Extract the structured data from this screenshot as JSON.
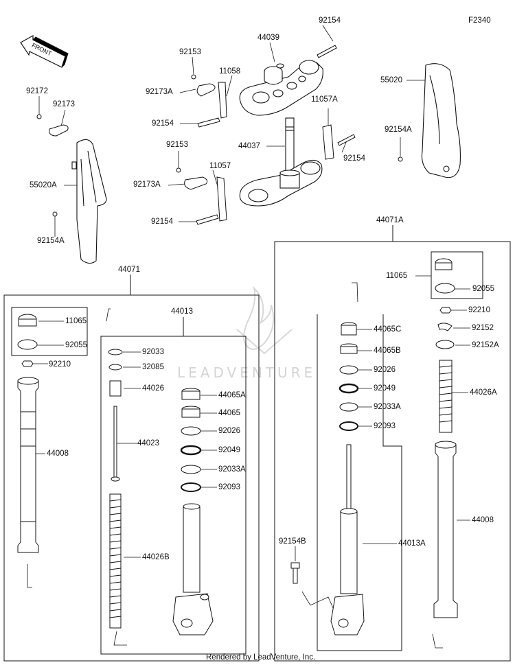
{
  "figure_code": "F2340",
  "direction_label": "FRONT",
  "watermark": "LEADVENTURE",
  "footer": "Rendered by LeadVenture, Inc.",
  "labels": {
    "p92154_top": "92154",
    "p44039": "44039",
    "p92153_a": "92153",
    "p11058": "11058",
    "p92173A_a": "92173A",
    "p92154_b": "92154",
    "p11057A": "11057A",
    "p92153_b": "92153",
    "p44037": "44037",
    "p92154_c": "92154",
    "p11057": "11057",
    "p92173A_b": "92173A",
    "p92154_d": "92154",
    "p92172": "92172",
    "p92173": "92173",
    "p55020A": "55020A",
    "p92154A_l": "92154A",
    "p55020": "55020",
    "p92154A_r": "92154A",
    "p44071": "44071",
    "p44071A": "44071A",
    "p44013": "44013",
    "p11065_l": "11065",
    "p92055_l": "92055",
    "p92210_l": "92210",
    "p44008_l": "44008",
    "p92033": "92033",
    "p32085": "32085",
    "p44026": "44026",
    "p44023": "44023",
    "p44026B": "44026B",
    "p44065A": "44065A",
    "p44065": "44065",
    "p92026_l": "92026",
    "p92049_l": "92049",
    "p92033A_l": "92033A",
    "p92093_l": "92093",
    "p11065_r": "11065",
    "p92055_r": "92055",
    "p44065C": "44065C",
    "p44065B": "44065B",
    "p92026_r": "92026",
    "p92049_r": "92049",
    "p92033A_r": "92033A",
    "p92093_r": "92093",
    "p92210_r": "92210",
    "p92152": "92152",
    "p92152A": "92152A",
    "p44026A": "44026A",
    "p44008_r": "44008",
    "p44013A": "44013A",
    "p92154B": "92154B"
  }
}
